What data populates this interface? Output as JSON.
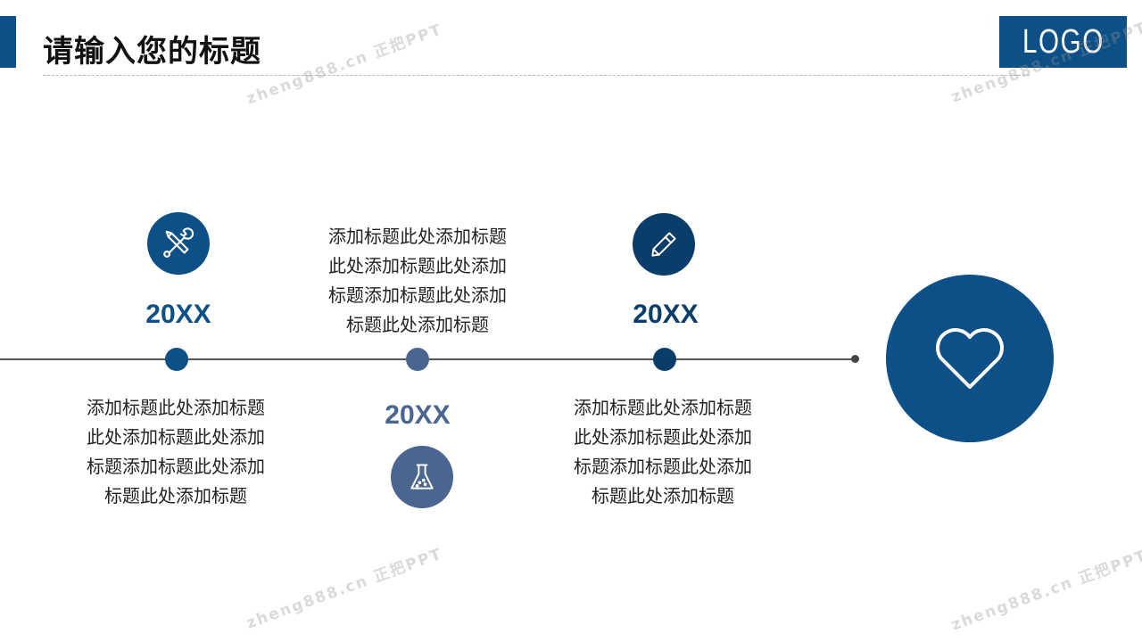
{
  "slide": {
    "title": "请输入您的标题",
    "logo": "LOGO"
  },
  "colors": {
    "primary": "#0d4f87",
    "secondary": "#4a6590",
    "dark_navy": "#0b3d6b",
    "line": "#555555"
  },
  "timeline": [
    {
      "year": "20XX",
      "icon": "tools-icon",
      "lines": [
        "添加标题此处添加标题",
        "此处添加标题此处添加",
        "标题添加标题此处添加",
        "标题此处添加标题"
      ]
    },
    {
      "year": "20XX",
      "icon": "flask-icon",
      "lines": [
        "添加标题此处添加标题",
        "此处添加标题此处添加",
        "标题添加标题此处添加",
        "标题此处添加标题"
      ]
    },
    {
      "year": "20XX",
      "icon": "pencil-icon",
      "lines": [
        "添加标题此处添加标题",
        "此处添加标题此处添加",
        "标题添加标题此处添加",
        "标题此处添加标题"
      ]
    }
  ],
  "end_icon": "heart-icon",
  "watermark": "zheng888.cn 正把PPT"
}
